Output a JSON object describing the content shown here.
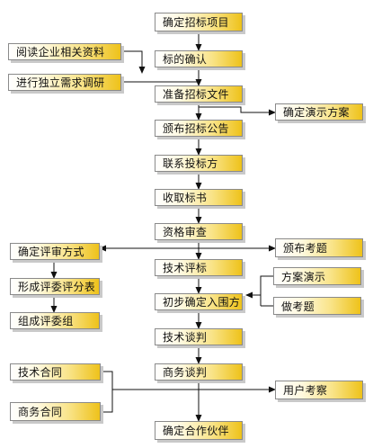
{
  "nodes": {
    "determine_project": "确定招标项目",
    "confirm_target": "标的确认",
    "prepare_docs": "准备招标文件",
    "publish_notice": "颁布招标公告",
    "contact_bidders": "联系投标方",
    "collect_bids": "收取标书",
    "qualification_review": "资格审查",
    "technical_review": "技术评标",
    "preliminary_shortlist": "初步确定入围方",
    "technical_negotiation": "技术谈判",
    "business_negotiation": "商务谈判",
    "determine_partner": "确定合作伙伴",
    "read_materials": "阅读企业相关资料",
    "independent_research": "进行独立需求调研",
    "determine_demo_plan": "确定演示方案",
    "determine_review_method": "确定评审方式",
    "form_scoring_table": "形成评委评分表",
    "form_review_panel": "组成评委组",
    "publish_test": "颁布考题",
    "solution_demo": "方案演示",
    "test_questions": "做考题",
    "technical_contract": "技术合同",
    "business_contract": "商务合同",
    "user_inspection": "用户考察"
  },
  "colors": {
    "line": "#111111",
    "border": "#8a8a8a",
    "gradient_end": "#eec21a"
  }
}
